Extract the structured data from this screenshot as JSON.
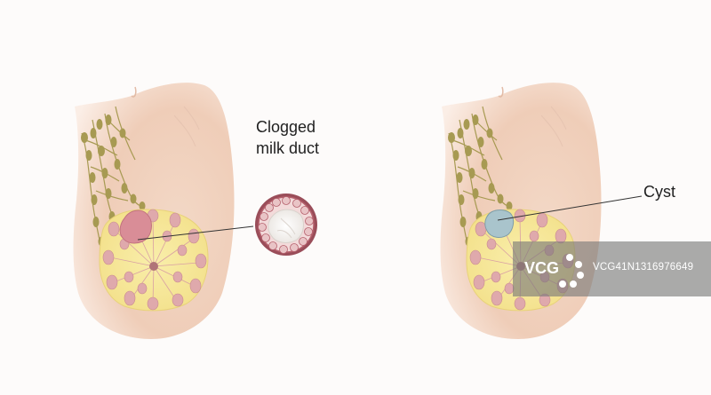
{
  "labels": {
    "clogged_line1": "Clogged",
    "clogged_line2": "milk duct",
    "cyst": "Cyst"
  },
  "watermark": {
    "brand": "VCG",
    "id": "VCG41N1316976649"
  },
  "colors": {
    "background": "#fdfbfa",
    "skin": "#efcdb8",
    "skin_shadow": "#e3b59c",
    "gland_tissue": "#f7ea9a",
    "lobules": "#d9a0a4",
    "lymph_nodes": "#a79a52",
    "clogged_duct": "#d98d97",
    "cyst": "#a9c4cc",
    "duct_wall": "#b5606c"
  },
  "icons": [
    "breast-anatomy-left",
    "breast-anatomy-right",
    "duct-cross-section",
    "vcg-logo"
  ]
}
